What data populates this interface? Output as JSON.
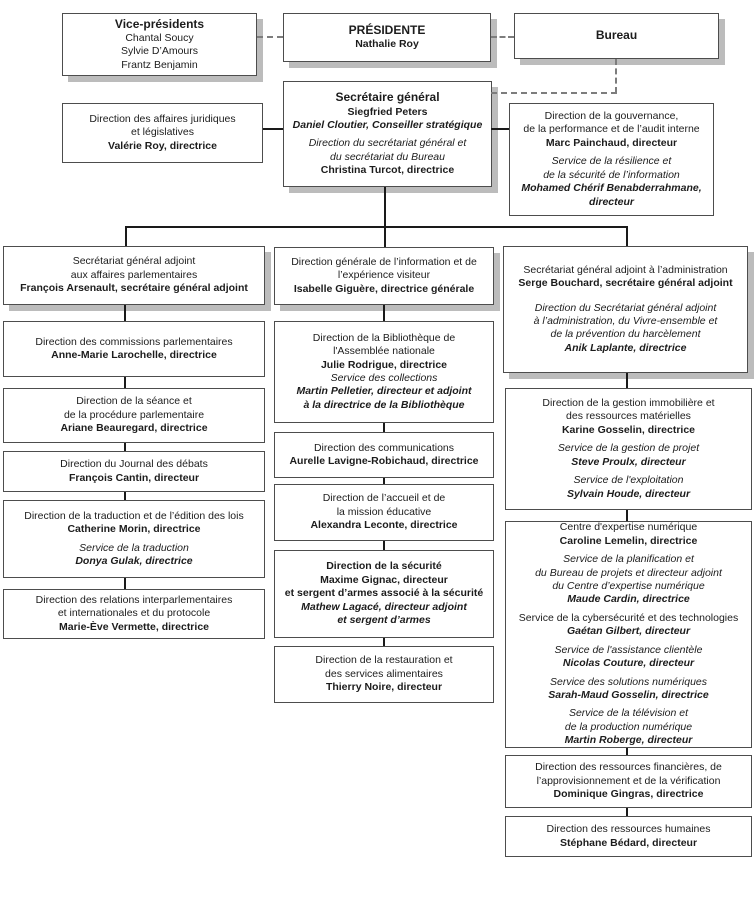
{
  "colors": {
    "box_border": "#4d4d4d",
    "connector": "#1a1a1a",
    "dashed_connector": "#7d7d7d",
    "shadow": "#bcbcbc",
    "background": "#ffffff"
  },
  "boxes": {
    "vice_presidents": {
      "lines": [
        {
          "t": "Vice-présidents",
          "s": "b",
          "lg": true
        },
        {
          "t": "Chantal Soucy",
          "s": "r"
        },
        {
          "t": "Sylvie D’Amours",
          "s": "r"
        },
        {
          "t": "Frantz Benjamin",
          "s": "r"
        }
      ]
    },
    "presidente": {
      "lines": [
        {
          "t": "PRÉSIDENTE",
          "s": "b",
          "lg": true
        },
        {
          "t": "Nathalie Roy",
          "s": "b"
        }
      ]
    },
    "bureau": {
      "lines": [
        {
          "t": "Bureau",
          "s": "b",
          "lg": true
        }
      ]
    },
    "affaires_juridiques": {
      "lines": [
        {
          "t": "Direction des affaires juridiques",
          "s": "r"
        },
        {
          "t": "et législatives",
          "s": "r"
        },
        {
          "t": "Valérie Roy, directrice",
          "s": "b"
        }
      ]
    },
    "secretaire_general": {
      "lines": [
        {
          "t": "Secrétaire général",
          "s": "b",
          "lg": true
        },
        {
          "t": "Siegfried Peters",
          "s": "b"
        },
        {
          "t": "Daniel Cloutier, Conseiller stratégique",
          "s": "bi"
        },
        {
          "t": "Direction du secrétariat général et",
          "s": "i",
          "gap": 1
        },
        {
          "t": "du secrétariat du Bureau",
          "s": "i"
        },
        {
          "t": "Christina Turcot, directrice",
          "s": "b"
        }
      ]
    },
    "gouvernance": {
      "lines": [
        {
          "t": "Direction de la gouvernance,",
          "s": "r"
        },
        {
          "t": "de la performance et de l’audit interne",
          "s": "r"
        },
        {
          "t": "Marc Painchaud, directeur",
          "s": "b"
        },
        {
          "t": "Service de la résilience et",
          "s": "i",
          "gap": 1
        },
        {
          "t": "de la sécurité de l’information",
          "s": "i"
        },
        {
          "t": "Mohamed Chérif Benabderrahmane,",
          "s": "bi"
        },
        {
          "t": "directeur",
          "s": "bi"
        }
      ]
    },
    "sga_parlementaires": {
      "lines": [
        {
          "t": "Secrétariat général adjoint",
          "s": "r"
        },
        {
          "t": "aux affaires parlementaires",
          "s": "r"
        },
        {
          "t": "François Arsenault, secrétaire général adjoint",
          "s": "b"
        }
      ]
    },
    "dg_information": {
      "lines": [
        {
          "t": "Direction générale de l’information et de",
          "s": "r"
        },
        {
          "t": "l’expérience visiteur",
          "s": "r"
        },
        {
          "t": "Isabelle Giguère, directrice générale",
          "s": "b"
        }
      ]
    },
    "sga_administration": {
      "lines": [
        {
          "t": "Secrétariat général adjoint à l’administration",
          "s": "r"
        },
        {
          "t": "Serge Bouchard, secrétaire général adjoint",
          "s": "b"
        },
        {
          "t": "Direction du Secrétariat général adjoint",
          "s": "i",
          "gap": 2
        },
        {
          "t": "à l’administration, du Vivre-ensemble et",
          "s": "i"
        },
        {
          "t": "de la prévention du harcèlement",
          "s": "i"
        },
        {
          "t": "Anik Laplante, directrice",
          "s": "bi"
        }
      ]
    },
    "commissions": {
      "lines": [
        {
          "t": "Direction des commissions parlementaires",
          "s": "r"
        },
        {
          "t": "Anne-Marie Larochelle, directrice",
          "s": "b"
        }
      ]
    },
    "seance": {
      "lines": [
        {
          "t": "Direction de la séance et",
          "s": "r"
        },
        {
          "t": "de la procédure parlementaire",
          "s": "r"
        },
        {
          "t": "Ariane Beauregard, directrice",
          "s": "b"
        }
      ]
    },
    "journal": {
      "lines": [
        {
          "t": "Direction du Journal des débats",
          "s": "r"
        },
        {
          "t": "François Cantin, directeur",
          "s": "b"
        }
      ]
    },
    "traduction": {
      "lines": [
        {
          "t": "Direction de la traduction et de l’édition des lois",
          "s": "r"
        },
        {
          "t": "Catherine Morin, directrice",
          "s": "b"
        },
        {
          "t": "Service de la traduction",
          "s": "i",
          "gap": 1
        },
        {
          "t": "Donya Gulak, directrice",
          "s": "bi"
        }
      ]
    },
    "relations": {
      "lines": [
        {
          "t": "Direction des relations interparlementaires",
          "s": "r"
        },
        {
          "t": "et internationales et du protocole",
          "s": "r"
        },
        {
          "t": "Marie-Ève Vermette, directrice",
          "s": "b"
        }
      ]
    },
    "bibliotheque": {
      "lines": [
        {
          "t": "Direction de la Bibliothèque de",
          "s": "r"
        },
        {
          "t": "l'Assemblée nationale",
          "s": "r"
        },
        {
          "t": "Julie Rodrigue, directrice",
          "s": "b"
        },
        {
          "t": "Service des collections",
          "s": "i"
        },
        {
          "t": "Martin Pelletier, directeur et adjoint",
          "s": "bi"
        },
        {
          "t": "à la directrice de la Bibliothèque",
          "s": "bi"
        }
      ]
    },
    "communications": {
      "lines": [
        {
          "t": "Direction des communications",
          "s": "r"
        },
        {
          "t": "Aurelle Lavigne-Robichaud, directrice",
          "s": "b"
        }
      ]
    },
    "accueil": {
      "lines": [
        {
          "t": "Direction de l’accueil et de",
          "s": "r"
        },
        {
          "t": "la mission éducative",
          "s": "r"
        },
        {
          "t": "Alexandra Leconte, directrice",
          "s": "b"
        }
      ]
    },
    "securite": {
      "lines": [
        {
          "t": "Direction de la sécurité",
          "s": "b"
        },
        {
          "t": "Maxime Gignac, directeur",
          "s": "b"
        },
        {
          "t": "et sergent d’armes associé à la sécurité",
          "s": "b"
        },
        {
          "t": "Mathew Lagacé, directeur adjoint",
          "s": "bi"
        },
        {
          "t": "et sergent d’armes",
          "s": "bi"
        }
      ]
    },
    "restauration": {
      "lines": [
        {
          "t": "Direction de la restauration et",
          "s": "r"
        },
        {
          "t": "des services alimentaires",
          "s": "r"
        },
        {
          "t": "Thierry Noire, directeur",
          "s": "b"
        }
      ]
    },
    "gestion_immobiliere": {
      "lines": [
        {
          "t": "Direction de la gestion immobilière et",
          "s": "r"
        },
        {
          "t": "des ressources matérielles",
          "s": "r"
        },
        {
          "t": "Karine Gosselin, directrice",
          "s": "b"
        },
        {
          "t": "Service de la gestion de projet",
          "s": "i",
          "gap": 1
        },
        {
          "t": "Steve Proulx, directeur",
          "s": "bi"
        },
        {
          "t": "Service de l'exploitation",
          "s": "i",
          "gap": 1
        },
        {
          "t": "Sylvain Houde, directeur",
          "s": "bi"
        }
      ]
    },
    "centre_expertise": {
      "lines": [
        {
          "t": "Centre d'expertise numérique",
          "s": "r"
        },
        {
          "t": "Caroline Lemelin, directrice",
          "s": "b"
        },
        {
          "t": "Service de la planification et",
          "s": "i",
          "gap": 1
        },
        {
          "t": "du Bureau de projets et directeur adjoint",
          "s": "i"
        },
        {
          "t": "du Centre d’expertise numérique",
          "s": "i"
        },
        {
          "t": "Maude Cardin, directrice",
          "s": "bi"
        },
        {
          "t": "Service de la cybersécurité et des technologies",
          "s": "r",
          "gap": 1
        },
        {
          "t": "Gaétan Gilbert, directeur",
          "s": "bi"
        },
        {
          "t": "Service de l'assistance clientèle",
          "s": "i",
          "gap": 1
        },
        {
          "t": "Nicolas Couture, directeur",
          "s": "bi"
        },
        {
          "t": "Service des solutions numériques",
          "s": "i",
          "gap": 1
        },
        {
          "t": "Sarah-Maud Gosselin, directrice",
          "s": "bi"
        },
        {
          "t": "Service de la télévision et",
          "s": "i",
          "gap": 1
        },
        {
          "t": "de la production numérique",
          "s": "i"
        },
        {
          "t": "Martin Roberge, directeur",
          "s": "bi"
        }
      ]
    },
    "ressources_financieres": {
      "lines": [
        {
          "t": "Direction des ressources financières, de",
          "s": "r"
        },
        {
          "t": "l’approvisionnement et de la vérification",
          "s": "r"
        },
        {
          "t": "Dominique Gingras, directrice",
          "s": "b"
        }
      ]
    },
    "ressources_humaines": {
      "lines": [
        {
          "t": "Direction des ressources humaines",
          "s": "r"
        },
        {
          "t": "Stéphane Bédard, directeur",
          "s": "b"
        }
      ]
    }
  }
}
